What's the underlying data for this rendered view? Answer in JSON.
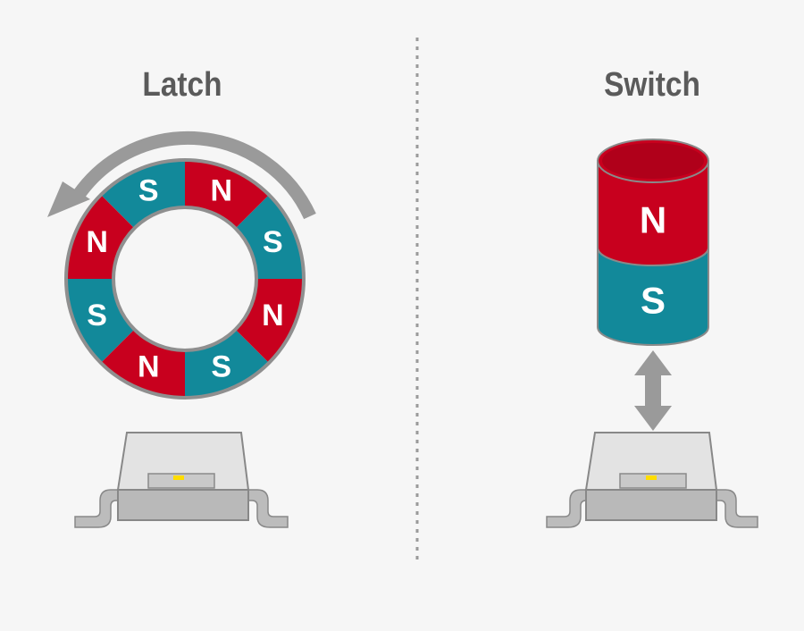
{
  "left_panel": {
    "title": "Latch",
    "ring_poles": [
      "S",
      "N",
      "S",
      "N",
      "S",
      "N",
      "S",
      "N"
    ]
  },
  "right_panel": {
    "title": "Switch",
    "magnet_top_pole": "N",
    "magnet_bottom_pole": "S"
  },
  "colors": {
    "north": "#c8001e",
    "south": "#12899a",
    "gray_arrow": "#9a9a9a",
    "background": "#f6f6f6",
    "text": "#5a5a5a",
    "sensor": "#ffdd00"
  },
  "icons": {
    "rotation": "counterclockwise-arrow-icon",
    "vertical": "double-headed-vertical-arrow-icon"
  }
}
